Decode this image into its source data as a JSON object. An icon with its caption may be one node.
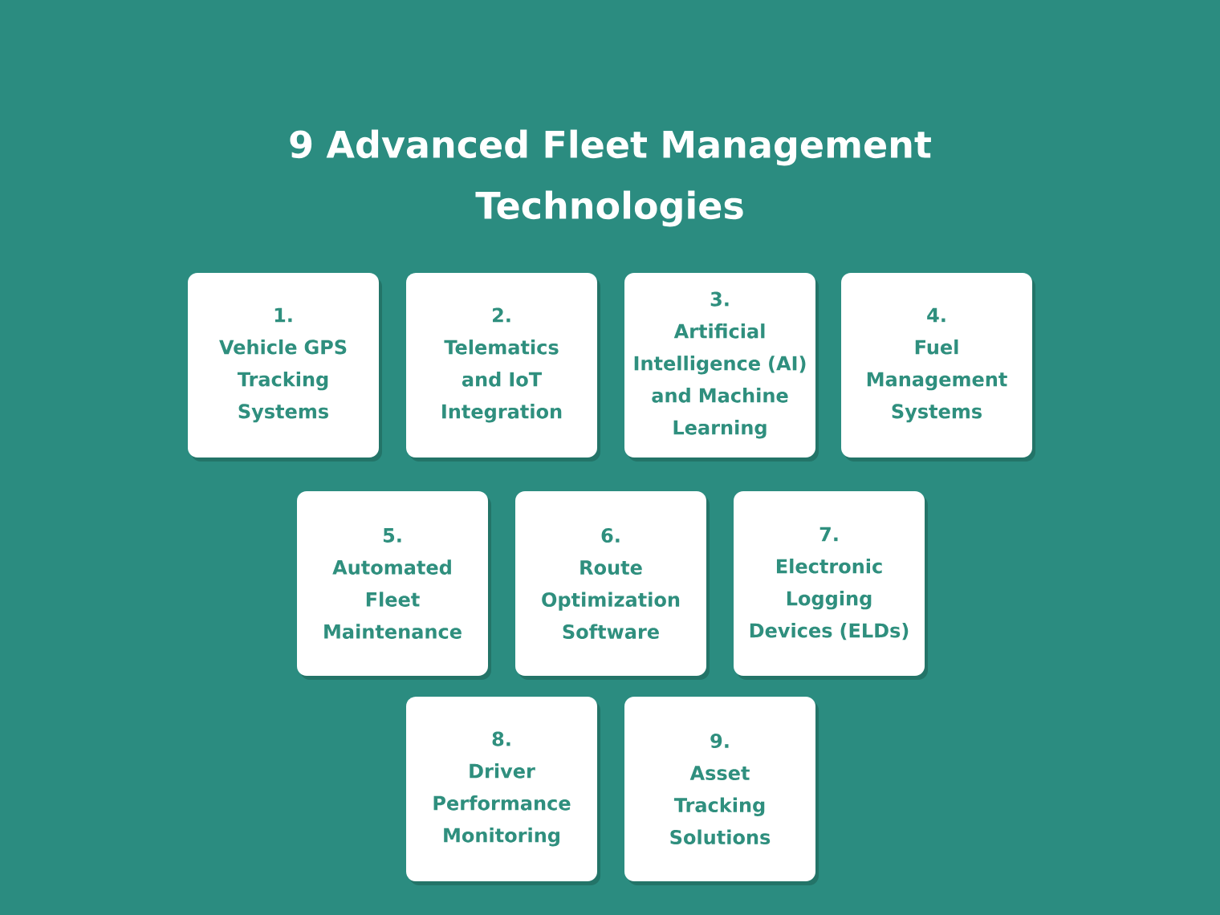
{
  "diagram": {
    "title": "9 Advanced Fleet Management Technologies",
    "nodes": [
      {
        "text": [
          "1.",
          "Vehicle GPS Tracking Systems"
        ]
      },
      {
        "text": [
          "2.",
          "Telematics and IoT Integration"
        ]
      },
      {
        "text": [
          "3.",
          "Artificial Intelligence (AI) and Machine Learning"
        ]
      },
      {
        "text": [
          "4.",
          "Fuel Management Systems"
        ]
      },
      {
        "text": [
          "5.",
          "Automated Fleet Maintenance"
        ]
      },
      {
        "text": [
          "6.",
          "Route Optimization Software"
        ]
      },
      {
        "text": [
          "7.",
          "Electronic Logging Devices (ELDs)"
        ]
      },
      {
        "text": [
          "8.",
          "Driver Performance Monitoring"
        ]
      },
      {
        "text": [
          "9.",
          "Asset Tracking Solutions"
        ]
      }
    ]
  }
}
